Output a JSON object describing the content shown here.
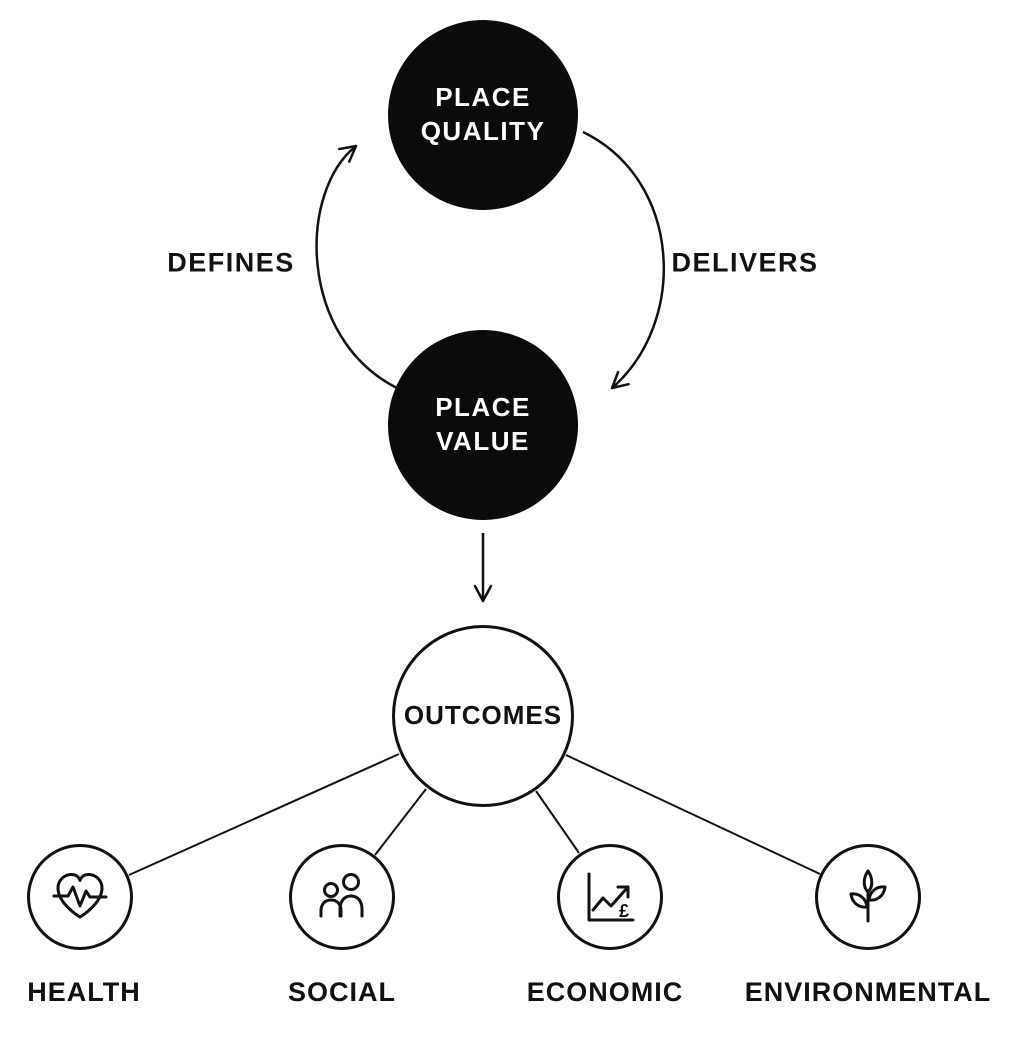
{
  "cycle": {
    "top_node": {
      "line1": "PLACE",
      "line2": "QUALITY"
    },
    "bottom_node": {
      "line1": "PLACE",
      "line2": "VALUE"
    },
    "left_label": "DEFINES",
    "right_label": "DELIVERS"
  },
  "outcomes": {
    "label": "OUTCOMES"
  },
  "categories": [
    {
      "label": "HEALTH",
      "icon": "heart-pulse-icon"
    },
    {
      "label": "SOCIAL",
      "icon": "people-icon"
    },
    {
      "label": "ECONOMIC",
      "icon": "growth-chart-pound-icon",
      "currency_symbol": "£"
    },
    {
      "label": "ENVIRONMENTAL",
      "icon": "plant-icon"
    }
  ],
  "colors": {
    "ink": "#111111",
    "dark_node_fill": "#0b0b0b",
    "dark_node_text": "#ffffff",
    "background": "#ffffff"
  }
}
